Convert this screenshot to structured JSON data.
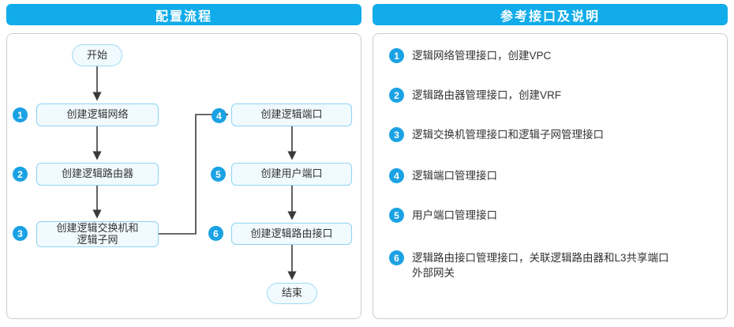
{
  "colors": {
    "header_blue": "#11ACE9",
    "badge_blue": "#1BA2E4",
    "node_fill": "#F1FAFE",
    "node_border": "#8FD3F3",
    "panel_border": "#C9CCD1",
    "arrow": "#3A3A3A"
  },
  "left_panel": {
    "title": "配置流程",
    "start": "开始",
    "end": "结束",
    "steps": [
      {
        "num": "1",
        "label": "创建逻辑网络"
      },
      {
        "num": "2",
        "label": "创建逻辑路由器"
      },
      {
        "num": "3",
        "label": "创建逻辑交换机和\n逻辑子网"
      },
      {
        "num": "4",
        "label": "创建逻辑端口"
      },
      {
        "num": "5",
        "label": "创建用户端口"
      },
      {
        "num": "6",
        "label": "创建逻辑路由接口"
      }
    ]
  },
  "right_panel": {
    "title": "参考接口及说明",
    "items": [
      {
        "num": "1",
        "text": "逻辑网络管理接口，创建VPC"
      },
      {
        "num": "2",
        "text": "逻辑路由器管理接口，创建VRF"
      },
      {
        "num": "3",
        "text": "逻辑交换机管理接口和逻辑子网管理接口"
      },
      {
        "num": "4",
        "text": "逻辑端口管理接口"
      },
      {
        "num": "5",
        "text": "用户端口管理接口"
      },
      {
        "num": "6",
        "text": "逻辑路由接口管理接口，关联逻辑路由器和L3共享端口\n外部网关"
      }
    ]
  }
}
